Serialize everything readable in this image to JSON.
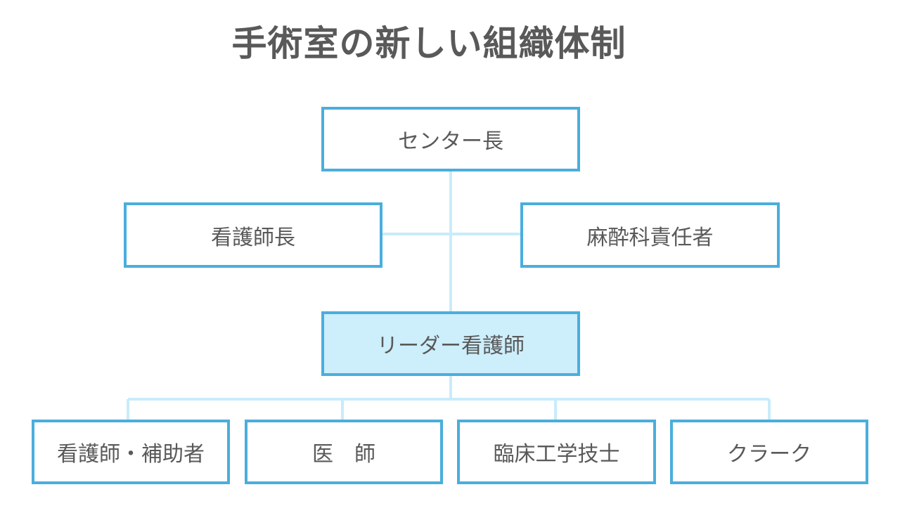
{
  "title": "手術室の新しい組織体制",
  "colors": {
    "box_border": "#4aaedc",
    "connector": "#c8ecfa",
    "highlight_fill": "#cdeefb",
    "text": "#595959"
  },
  "nodes": {
    "center_head": "センター長",
    "head_nurse": "看護師長",
    "anesthesia_chief": "麻酔科責任者",
    "leader_nurse": "リーダー看護師",
    "nurse_assistant": "看護師・補助者",
    "doctor": "医　師",
    "clinical_engineer": "臨床工学技士",
    "clerk": "クラーク"
  }
}
